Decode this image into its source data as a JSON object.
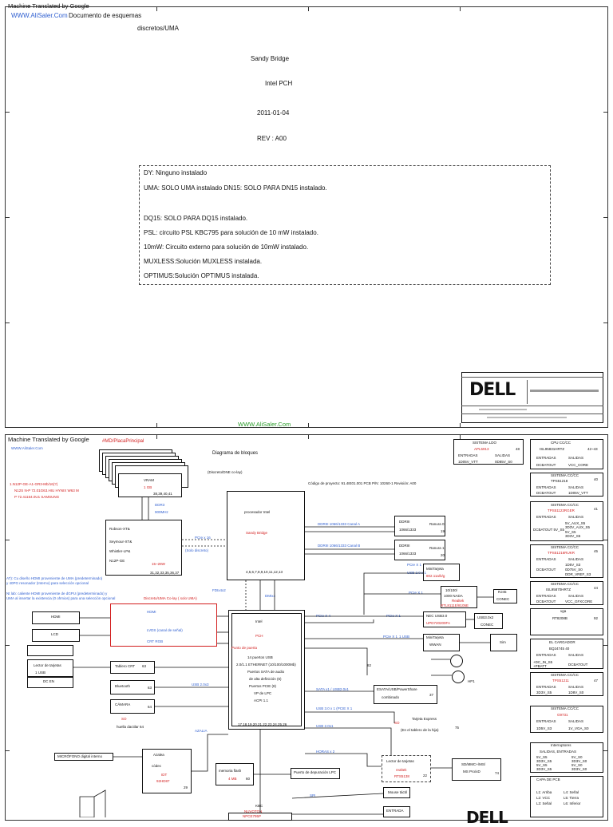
{
  "page1": {
    "machine": "Machine Translated by Google",
    "site": "WWW.AliSaler.Com",
    "title": "Documento de esquemas",
    "line1": "discretos/UMA",
    "line2": "Sandy Bridge",
    "line3": "Intel PCH",
    "date": "2011-01-04",
    "rev": "REV : A00",
    "notes": [
      "DY: Ninguno instalado",
      "UMA: SOLO UMA instalado DN15: SOLO PARA DN15 instalado.",
      "DQ15: SOLO PARA DQ15 instalado.",
      "PSL: circuito PSL KBC795 para solución de 10 mW instalado.",
      "10mW: Circuito externo para solución de 10mW instalado.",
      "MUXLESS:Solución MUXLESS instalada.",
      "OPTIMUS:Solución OPTIMUS instalada."
    ],
    "footer_site": "WWW.AliSaler.Com",
    "dell": "DELL"
  },
  "page2": {
    "machine": "Machine Translated by Google",
    "site": "WWW.AliSaler.Com",
    "heading": "Diagrama de bloques",
    "project": "Código de proyecto: 91.4IE01.001 PCB P/N: 10260-1 Revisión: A00",
    "mb": "#MD/PlacaPrincipal",
    "dis": "(Discreto/DNE co-lay)",
    "gpu_notes": [
      "1.N12P-GE-A1-GR3-Mb/16(?)",
      "N12S N-P 72.01G63.HIU HYNIX W63 M",
      "P 72.41164.0U1 SAMSUNG"
    ],
    "notes_at": [
      "AT): Cu diseño HDMI proveniente de UMA (predeterminado)",
      "y 40PG resonador (Interno) para selección opcional",
      "Nt lab: caliente HDMI proveniente de dGPU (predeterminado) y",
      "UMA al insertar la existencia (0 ohmios) para una selección opcional"
    ],
    "vram": {
      "label": "VRAM",
      "size": "1 GB",
      "part": "38,39,40,41"
    },
    "ddr3": [
      "DDR3",
      "900MHz"
    ],
    "gpu": {
      "l1": "Robson-XT&",
      "l2": "Seymour-XT&",
      "l3": "Whistler-LP&",
      "l4": "N12P-GE",
      "power": "15~28W",
      "pages": "31,32,33,35,36,37"
    },
    "pcie16": "PCIe x 16",
    "solo_disc": "(Solo discreto)",
    "cpu": {
      "l1": "procesador Intel",
      "l2": "Sandy Bridge",
      "pages": "4,5,6,7,8,9,10,11,12,13"
    },
    "ddr_a": "DDRIII 1066/1333 Canal A",
    "ddr_b": "DDRIII 1066/1333 Canal B",
    "slot0": {
      "l1": "DDRIII",
      "l2": "1066/1333",
      "r": "Ranura 0",
      "p": "19"
    },
    "slot1": {
      "l1": "DDRIII",
      "l2": "1066/1333",
      "r": "Ranura 1",
      "p": "20"
    },
    "umabox": {
      "title": "Discreto/UMA Co-lay ( solo UMA)",
      "hdmi": "HDMI",
      "lvds": "LVDS (canal de señal)",
      "crt": "CRT RGB"
    },
    "fdi": "FDIx4x2",
    "dmi": "DMIx4",
    "hdmi": "HDMI",
    "lcd": "LCD",
    "pch": {
      "l1": "Intel",
      "l2": "PCH",
      "l3": "Punto de puerta",
      "specs": [
        "14 puertos USB",
        "2.0/1.1 ETHERNET (10/100/1000Mb)",
        "Puertos SATA de audio",
        "de alta definición (6)",
        "Puertos PCIE (8)",
        "VP de LPC",
        "ACPI 1.1"
      ],
      "pages": "17,18,19,20,21,22,23,24,25,26"
    },
    "usb_row": [
      "Lector de tarjetas",
      "1 USB"
    ],
    "dc": "DC EN",
    "crt": {
      "label": "Tablero CRT",
      "p": "63"
    },
    "bt": {
      "label": "Bluetooth",
      "p": "63"
    },
    "cam": {
      "label": "CÁMARA",
      "p": "64"
    },
    "huella": [
      "SO",
      "huella dactilar 64"
    ],
    "usb20": "USB 2.0x3",
    "azalia": "AZALIA",
    "mic": "MICRÓFONO digital interno",
    "audio": {
      "l1": "Azalea",
      "l2": "códec",
      "l3": "IDT",
      "l4": "92HD87",
      "p": "29"
    },
    "flash": {
      "l1": "memoria flash",
      "l2": "4 MB",
      "p": "60"
    },
    "debug": "Puerto de depuración LPC",
    "horas": "HORAS x 2",
    "kbc": {
      "l1": "KBC",
      "l2": "NUVOTON",
      "l3": "NPCE795P"
    },
    "minicard": {
      "label": "MiniTarjeta",
      "sub": "802.11a/b/g"
    },
    "pcie1": "PCIe X 1",
    "usb20x1": "USB 2.0 x 1",
    "lan": {
      "l1": "10/100/",
      "l2": "1000 NADA",
      "l3": "Realtek",
      "l4": "RTL8111E/8105E"
    },
    "rj45": {
      "l1": "RJ45",
      "l2": "CONEC"
    },
    "pcie_x4": "PCIe X 4",
    "nec": {
      "l1": "NEC USB3.0",
      "l2": "UPD720200FA"
    },
    "usb30": {
      "l1": "USB3.0x2",
      "l2": "CONEC"
    },
    "wwan": {
      "l1": "MiniTarjeta",
      "l2": "WWAN"
    },
    "sim": "Sim",
    "p82": "82",
    "hp1": "HP1",
    "sata": "SATA x1 / USB2.0x1",
    "esata": {
      "l1": "ESATA/USB/PowerShare",
      "l2": "combinado",
      "p": "37"
    },
    "usb3x1": "USB 3.0 x 1 (PCIE X 1",
    "express": {
      "l1": "Tarjeta Express",
      "l2": "(En el tablero de la hija)",
      "p": "75",
      "so": "SO"
    },
    "usb2x1": "USB 2.0x1",
    "card": {
      "l1": "Lector de tarjetas",
      "l2": "realtek",
      "l3": "RTS5138",
      "p": "22"
    },
    "sd": {
      "l1": "SD/MMC+/MS/",
      "l2": "MS Pro/xD",
      "p": "74"
    },
    "spi": "SPI",
    "touch": "Mouse táctil",
    "entrada": "ENTRADA",
    "right": {
      "ldo": {
        "title": "SISTEMA LDO",
        "part": "APL5913",
        "p": "48",
        "h1": "ENTRADAS",
        "h2": "SALIDAS",
        "in": "1D05V_VTT",
        "out": "0D85V_S0"
      },
      "cpu": {
        "title": "CPU CC/CC",
        "part": "ISL95831HRTZ",
        "p": "42~43",
        "h1": "ENTRADAS",
        "h2": "SALIDAS",
        "in": "DCBATOUT",
        "out": "VCC_CORE"
      },
      "tps": {
        "title": "SISTEMA CC/CC",
        "part": "TPS51218",
        "p": "40",
        "h1": "ENTRADAS",
        "h2": "SALIDAS",
        "in": "DCBATOUT",
        "out": "1D05V_VTT"
      },
      "tps2": {
        "title": "SISTEMA CC/CC",
        "part": "TPS51123RGER",
        "p": "41",
        "h1": "ENTRADAS",
        "h2": "SALIDAS",
        "in": "DCBATOUT 5V_S5",
        "out": [
          "5V_AUX_S5",
          "3D3V_AUX_S5",
          "5V_S5",
          "3D3V_S5"
        ]
      },
      "tps3": {
        "title": "SISTEMA CC/CC",
        "part": "TPS51216RUKR",
        "p": "45",
        "h1": "ENTRADAS",
        "h2": "SALIDAS",
        "in": "DCBATOUT",
        "out": [
          "1D5V_S3",
          "0D75V_S0",
          "DDR_VREF_S3"
        ]
      },
      "isl": {
        "title": "SISTEMA CC/CC",
        "part": "ISL95870HRTZ",
        "p": "44",
        "h1": "ENTRADAS",
        "h2": "SALIDAS",
        "in": "DCBATOUT",
        "out": "VCC_GFXCORE"
      },
      "vga": {
        "title": "vga",
        "part": "RT8208B",
        "p": "92"
      },
      "charger": {
        "title": "EL CARGADOR",
        "part": "BQ24745 40",
        "h1": "ENTRADAS",
        "h2": "SALIDAS",
        "in": "+DC_IN_S5 +PBATT",
        "out": "DCBATOUT"
      },
      "tps4": {
        "title": "SISTEMA CC/CC",
        "part": "TPS51211",
        "p": "47",
        "h1": "ENTRADAS",
        "h2": "SALIDAS",
        "in": "3D3V_S5",
        "out": "1D8V_S0"
      },
      "g5": {
        "title": "SISTEMA CC/CC",
        "part": "G9731",
        "h1": "ENTRADAS",
        "h2": "SALIDAS",
        "in": "1D5V_S3",
        "out": "1V_VGA_S0"
      },
      "sw": {
        "title": "Interruptores",
        "h": "SALIDAS, ENTRADAS",
        "in": [
          "5V_S5",
          "3D3V_S5",
          "5V_S5",
          "3D3V_S5"
        ],
        "out": [
          "5V_S0",
          "3D3V_S0",
          "5V_S0",
          "3D3V_S0"
        ]
      },
      "pcb": {
        "title": "CAPA DE PCB",
        "rows": [
          "L1: Arriba",
          "L2: VCC",
          "L3: Señal",
          "L4: Señal",
          "L5: Tierra",
          "L6: Inferior"
        ]
      }
    }
  }
}
